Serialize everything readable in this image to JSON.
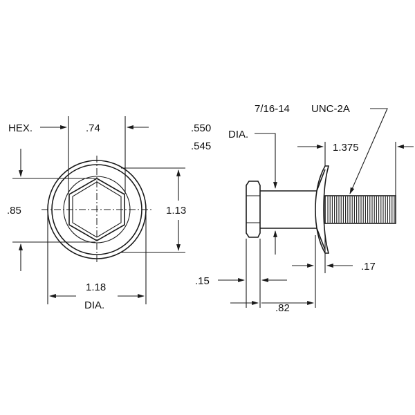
{
  "front_view": {
    "hex_label": "HEX.",
    "hex_across_flats": ".74",
    "thread_length_label": ".85",
    "flange_height": "1.13",
    "flange_dia": "1.18",
    "flange_dia_suffix": "DIA."
  },
  "side_view": {
    "shank_dia_max": ".550",
    "shank_dia_min": ".545",
    "shank_dia_suffix": "DIA.",
    "thread_size": "7/16-14",
    "thread_class": "UNC-2A",
    "thread_length": "1.375",
    "head_height": ".15",
    "flange_thickness": ".17",
    "shoulder_length": ".82"
  }
}
